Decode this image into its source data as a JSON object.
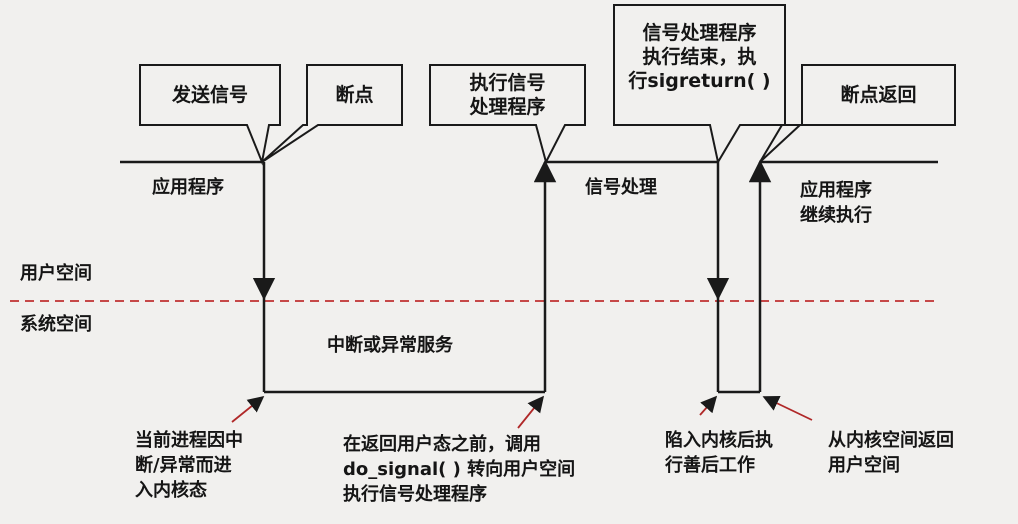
{
  "callouts": {
    "send_signal": "发送信号",
    "breakpoint": "断点",
    "exec_handler_1": "执行信号",
    "exec_handler_2": "处理程序",
    "handler_end_1": "信号处理程序",
    "handler_end_2": "执行结束，执",
    "handler_end_3": "行sigreturn( )",
    "breakpoint_return": "断点返回"
  },
  "labels": {
    "application": "应用程序",
    "signal_handling": "信号处理",
    "app_continue_1": "应用程序",
    "app_continue_2": "继续执行",
    "user_space": "用户空间",
    "kernel_space": "系统空间",
    "interrupt_service": "中断或异常服务"
  },
  "notes": {
    "enter_kernel_1": "当前进程因中",
    "enter_kernel_2": "断/异常而进",
    "enter_kernel_3": "入内核态",
    "do_signal_1": "在返回用户态之前，调用",
    "do_signal_2": "do_signal( ) 转向用户空间",
    "do_signal_3": "执行信号处理程序",
    "trap_1": "陷入内核后执",
    "trap_2": "行善后工作",
    "return_1": "从内核空间返回",
    "return_2": "用户空间"
  }
}
